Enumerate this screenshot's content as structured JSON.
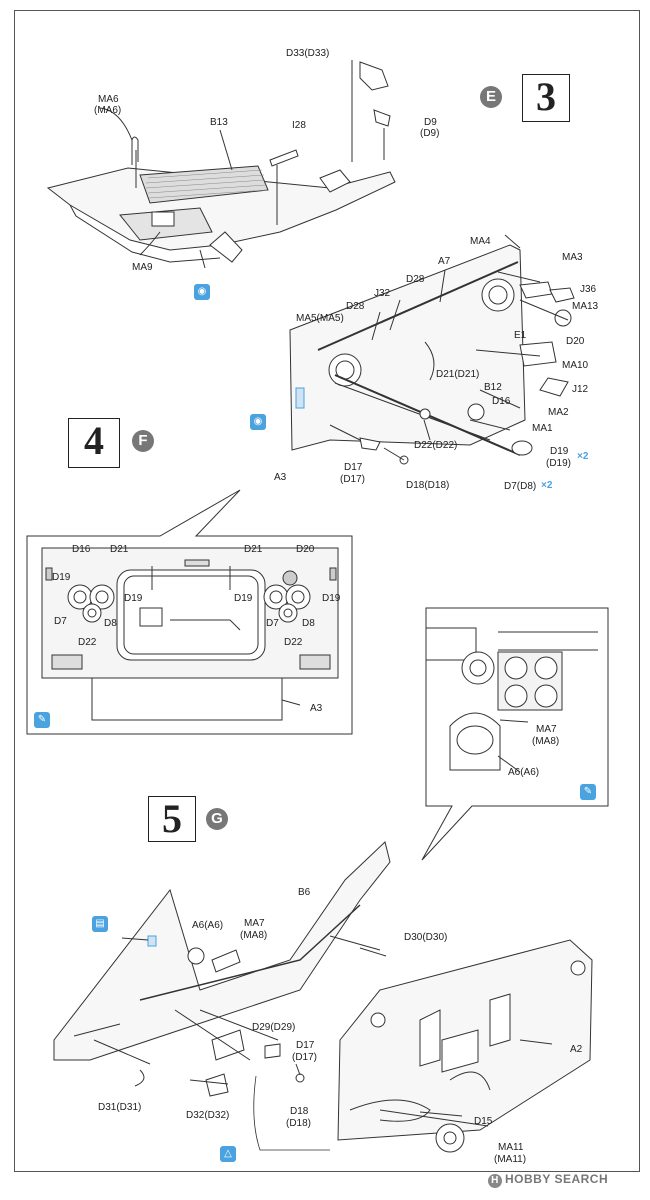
{
  "step3": {
    "number": "3",
    "subletter": "E",
    "labels": {
      "d33": "D33(D33)",
      "ma6a": "MA6",
      "ma6b": "(MA6)",
      "b13": "B13",
      "i28": "I28",
      "d9a": "D9",
      "d9b": "(D9)",
      "ma9": "MA9",
      "ma4": "MA4",
      "ma3": "MA3",
      "a7": "A7",
      "d28a": "D28",
      "j36": "J36",
      "ma13": "MA13",
      "j32": "J32",
      "d28b": "D28",
      "ma5": "MA5(MA5)",
      "d20": "D20",
      "e1": "E1",
      "ma10": "MA10",
      "d21": "D21(D21)",
      "j12": "J12",
      "b12": "B12",
      "d16": "D16",
      "ma2": "MA2",
      "ma1": "MA1",
      "d22": "D22(D22)",
      "a3": "A3",
      "d17a": "D17",
      "d17b": "(D17)",
      "d19a": "D19",
      "d19b": "(D19)",
      "d18": "D18(D18)",
      "d7": "D7(D8)",
      "x2a": "×2",
      "x2b": "×2"
    }
  },
  "step4": {
    "number": "4",
    "subletter": "F",
    "labels": {
      "d16": "D16",
      "d21l": "D21",
      "d19l1": "D19",
      "d19l2": "D19",
      "d7l": "D7",
      "d8l": "D8",
      "d22l": "D22",
      "d21r": "D21",
      "d20r": "D20",
      "d19r1": "D19",
      "d19r2": "D19",
      "d7r": "D7",
      "d8r": "D8",
      "d22r": "D22",
      "a3": "A3"
    }
  },
  "detail": {
    "ma7a": "MA7",
    "ma7b": "(MA8)",
    "a6": "A6(A6)"
  },
  "step5": {
    "number": "5",
    "subletter": "G",
    "labels": {
      "b6": "B6",
      "a6": "A6(A6)",
      "ma7a": "MA7",
      "ma7b": "(MA8)",
      "d30": "D30(D30)",
      "a2": "A2",
      "d29": "D29(D29)",
      "d17a": "D17",
      "d17b": "(D17)",
      "d31": "D31(D31)",
      "d32": "D32(D32)",
      "d18a": "D18",
      "d18b": "(D18)",
      "d15": "D15",
      "ma11a": "MA11",
      "ma11b": "(MA11)"
    }
  },
  "watermark": "HOBBY SEARCH",
  "icons": {
    "step3_left": "bolt-icon",
    "step3_right": "bolt-icon",
    "step4": "paint-brush-icon",
    "detail": "paint-brush-icon",
    "step5_left": "photo-etch-icon",
    "step5_bottom": "drill-icon"
  }
}
